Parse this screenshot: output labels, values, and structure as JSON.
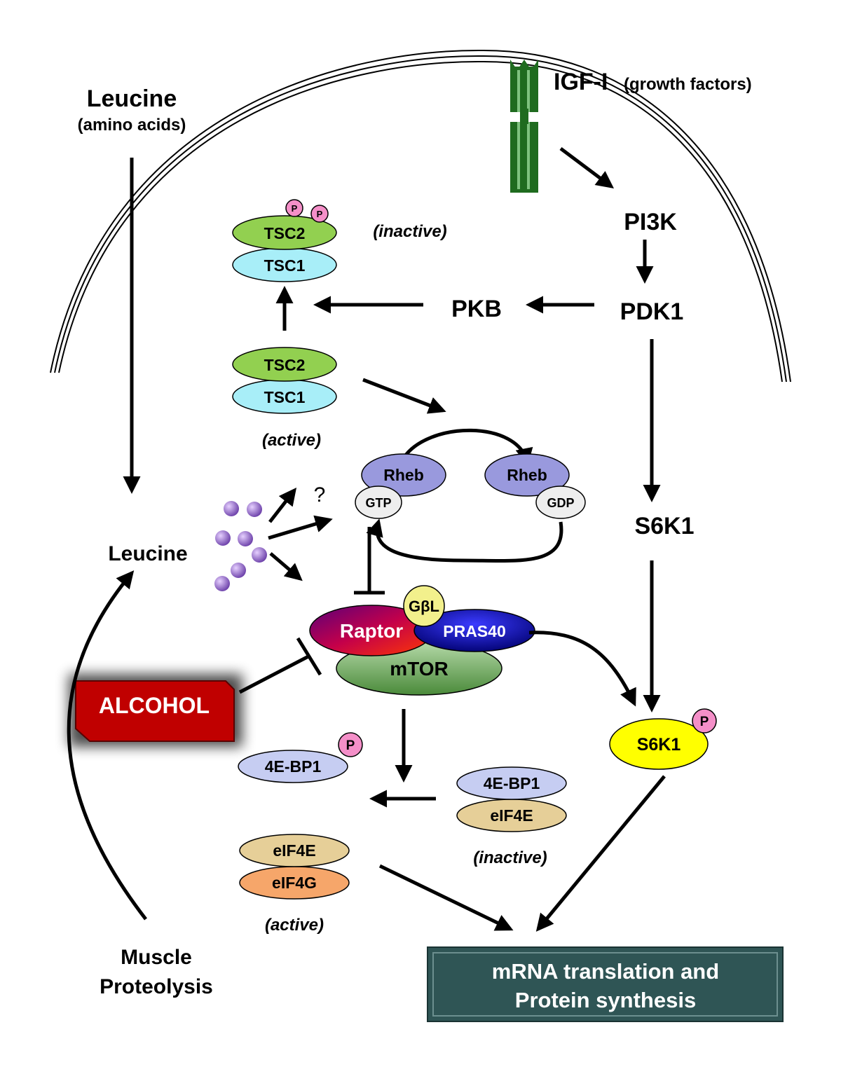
{
  "labels": {
    "leucine_top": "Leucine",
    "amino_acids": "(amino acids)",
    "igf": "IGF-I",
    "growth_factors": "(growth factors)",
    "pi3k": "PI3K",
    "pdk1": "PDK1",
    "pkb": "PKB",
    "s6k1_free": "S6K1",
    "leucine_mid": "Leucine",
    "question": "?",
    "muscle": "Muscle",
    "proteolysis": "Proteolysis",
    "alcohol": "ALCOHOL",
    "inactive_tsc": "(inactive)",
    "active_tsc": "(active)",
    "inactive_eif": "(inactive)",
    "active_eif": "(active)",
    "output_line1": "mRNA translation and",
    "output_line2": "Protein synthesis"
  },
  "ovals": {
    "tsc2_top": "TSC2",
    "tsc1_top": "TSC1",
    "tsc2_bot": "TSC2",
    "tsc1_bot": "TSC1",
    "rheb_left": "Rheb",
    "rheb_right": "Rheb",
    "gtp": "GTP",
    "gdp": "GDP",
    "gbl": "GβL",
    "raptor": "Raptor",
    "pras40": "PRAS40",
    "mtor": "mTOR",
    "bp1_p": "4E-BP1",
    "bp1_complex": "4E-BP1",
    "eif4e_complex": "eIF4E",
    "eif4e_active": "eIF4E",
    "eif4g_active": "eIF4G",
    "s6k1_p": "S6K1",
    "p": "P"
  },
  "colors": {
    "tsc2": "#92d050",
    "tsc1": "#a8eef8",
    "rheb": "#9999dd",
    "gtp": "#eeeeee",
    "gbl": "#f2f08c",
    "mtor": "#5f9e4a",
    "s6k1": "#ffff00",
    "phospho": "#f48fc8",
    "bp1": "#c6cdf2",
    "eif4e": "#e6cf98",
    "eif4g": "#f6a66a",
    "alcohol": "#c00000",
    "output": "#2f5555",
    "receptor": "#1f6b1f",
    "leucine_ball": "#9b6ad0"
  }
}
